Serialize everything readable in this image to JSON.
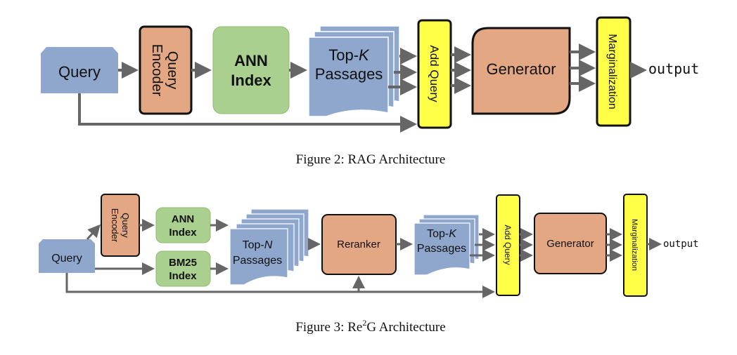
{
  "fig2": {
    "query": "Query",
    "query_encoder": "Query\nEncoder",
    "ann_index": "ANN\nIndex",
    "passages_prefix": "Top-",
    "passages_var": "K",
    "passages_word": "Passages",
    "add_query": "Add Query",
    "generator": "Generator",
    "marginalization": "Marginalization",
    "output": "output",
    "caption": "Figure 2: RAG Architecture"
  },
  "fig3": {
    "query": "Query",
    "query_encoder": "Query\nEncoder",
    "ann_index": "ANN\nIndex",
    "bm25_index": "BM25\nIndex",
    "passages_n_prefix": "Top-",
    "passages_n_var": "N",
    "passages_n_word": "Passages",
    "reranker": "Reranker",
    "passages_k_prefix": "Top-",
    "passages_k_var": "K",
    "passages_k_word": "Passages",
    "add_query": "Add Query",
    "generator": "Generator",
    "marginalization": "Marginalization",
    "output": "output",
    "caption_prefix": "Figure 3: Re",
    "caption_sup": "2",
    "caption_suffix": "G Architecture"
  },
  "colors": {
    "query": "#8fa6cd",
    "encoder": "#e3a883",
    "index": "#a9d08e",
    "passages": "#8fa6cd",
    "add_query": "#ffff47",
    "generator": "#e3a883",
    "marginalization": "#ffff47",
    "arrow": "#666666"
  }
}
